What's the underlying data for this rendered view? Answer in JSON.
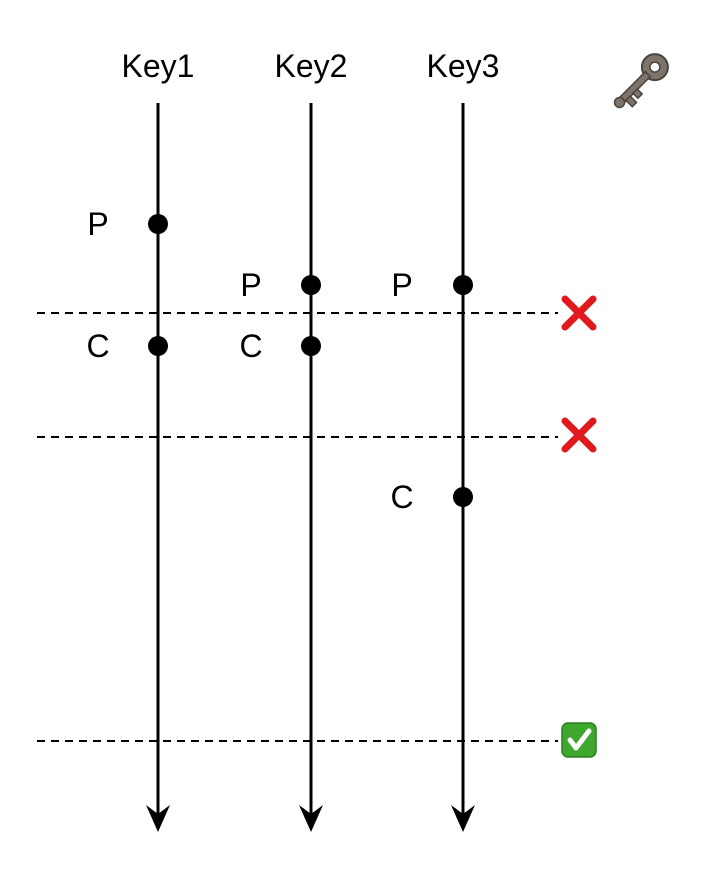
{
  "keys": [
    {
      "label": "Key1"
    },
    {
      "label": "Key2"
    },
    {
      "label": "Key3"
    }
  ],
  "events": [
    {
      "key": "Key1",
      "label": "P"
    },
    {
      "key": "Key2",
      "label": "P"
    },
    {
      "key": "Key3",
      "label": "P"
    },
    {
      "key": "Key1",
      "label": "C"
    },
    {
      "key": "Key2",
      "label": "C"
    },
    {
      "key": "Key3",
      "label": "C"
    }
  ],
  "checkpoints": [
    {
      "status": "fail",
      "icon": "cross-mark-icon"
    },
    {
      "status": "fail",
      "icon": "cross-mark-icon"
    },
    {
      "status": "pass",
      "icon": "check-mark-icon"
    }
  ],
  "decoration": {
    "icon": "old-key-icon"
  },
  "colors": {
    "line": "#000000",
    "fail": "#e0191d",
    "pass": "#3fa62f"
  }
}
